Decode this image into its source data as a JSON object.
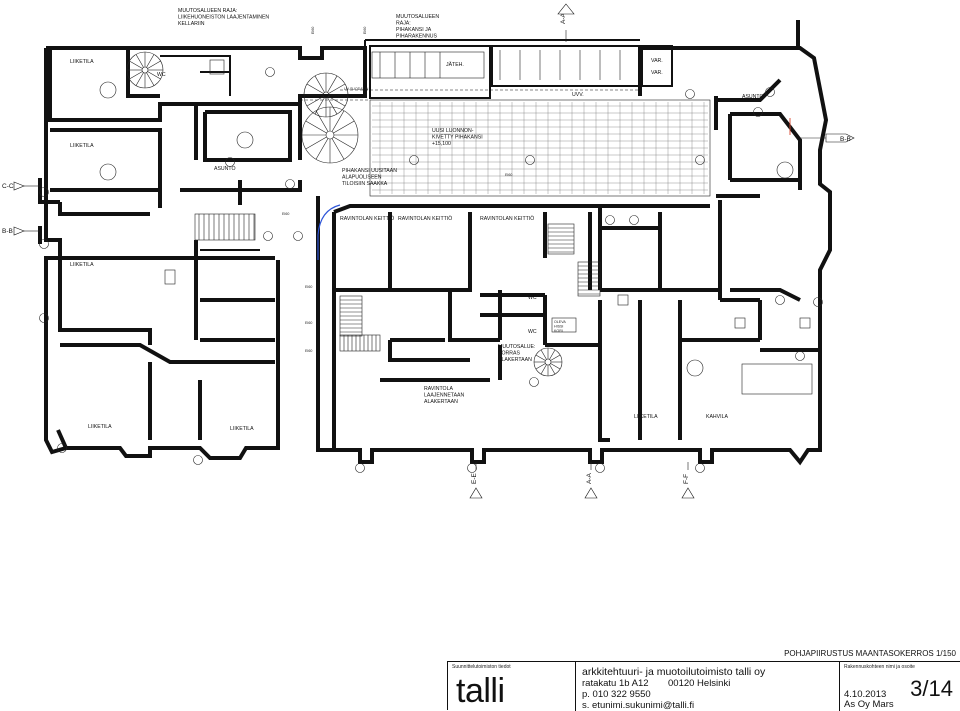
{
  "plan": {
    "room_labels": [
      {
        "id": "liiketila-1",
        "text": "LIIKETILA"
      },
      {
        "id": "wc-1",
        "text": "WC"
      },
      {
        "id": "jateh",
        "text": "JÄTEH."
      },
      {
        "id": "var-1",
        "text": "VAR."
      },
      {
        "id": "var-2",
        "text": "VAR."
      },
      {
        "id": "uvv",
        "text": "UVV."
      },
      {
        "id": "asunto-1",
        "text": "ASUNTO"
      },
      {
        "id": "liiketila-2",
        "text": "LIIKETILA"
      },
      {
        "id": "asunto-2",
        "text": "ASUNTO"
      },
      {
        "id": "liiketila-3",
        "text": "LIIKETILA"
      },
      {
        "id": "ravintolan-keittio-1",
        "text": "RAVINTOLAN KEITTIÖ"
      },
      {
        "id": "ravintolan-keittio-2",
        "text": "RAVINTOLAN KEITTIÖ"
      },
      {
        "id": "ravintolan-keittio-3",
        "text": "RAVINTOLAN KEITTIÖ"
      },
      {
        "id": "wc-2",
        "text": "WC"
      },
      {
        "id": "wc-3",
        "text": "WC"
      },
      {
        "id": "liiketila-4",
        "text": "LIIKETILA"
      },
      {
        "id": "liiketila-5",
        "text": "LIIKETILA"
      },
      {
        "id": "liiketila-6",
        "text": "LIIKETILA"
      },
      {
        "id": "kahvila",
        "text": "KAHVILA"
      }
    ],
    "notes": [
      {
        "id": "note-muutosalue-raja",
        "lines": [
          "MUUTOSALUEEN RAJA:",
          "LIIKEHUONEISTON LAAJENTAMINEN",
          "KELLARIIN"
        ]
      },
      {
        "id": "note-muutosalue-pihakansi",
        "lines": [
          "MUUTOSALUEEN",
          "RAJA:",
          "PIHAKANSI JA",
          "PIHARAKENNUS"
        ]
      },
      {
        "id": "note-uusi-kivetys",
        "lines": [
          "UUSI LUONNON-",
          "KIVETTY PIHAKANSI",
          "+15,100"
        ]
      },
      {
        "id": "note-pihakansi-uusitaan",
        "lines": [
          "PIHAKANSI UUSITAAN",
          "ALAPUOLISEEN",
          "TILOISIIN SAAKKA"
        ]
      },
      {
        "id": "note-muutosalue-porras",
        "lines": [
          "MUUTOSALUE:",
          "PORRAS",
          "ALAKERTAAN"
        ]
      },
      {
        "id": "note-ravintola-laajennetaan",
        "lines": [
          "RAVINTOLA",
          "LAAJENNETAAN",
          "ALAKERTAAN"
        ]
      },
      {
        "id": "note-olevia-hissi",
        "lines": [
          "OLEVA",
          "HISSI",
          "KORI"
        ]
      },
      {
        "id": "note-uv-suodatin",
        "lines": [
          "UV-SUODATIN"
        ]
      }
    ],
    "section_marks": [
      {
        "id": "section-a-a-top",
        "text": "A-A"
      },
      {
        "id": "section-b-b-right",
        "text": "B-B"
      },
      {
        "id": "section-c-c-left",
        "text": "C-C"
      },
      {
        "id": "section-b-b-left",
        "text": "B-B"
      },
      {
        "id": "section-e-e-bottom",
        "text": "E-E"
      },
      {
        "id": "section-a-a-bottom",
        "text": "A-A"
      },
      {
        "id": "section-f-f-bottom",
        "text": "F-F"
      }
    ],
    "fire_class_tags": [
      {
        "id": "ei60-1",
        "text": "EI60"
      },
      {
        "id": "ei60-2",
        "text": "EI60"
      },
      {
        "id": "ei60-3",
        "text": "EI60"
      },
      {
        "id": "ei60-4",
        "text": "EI60"
      },
      {
        "id": "ei60-5",
        "text": "EI60"
      },
      {
        "id": "ei60-6",
        "text": "EI60"
      },
      {
        "id": "ei60-7",
        "text": "EI60"
      }
    ],
    "colors": {
      "wall": "#111111",
      "blue_line": "#2d55d8",
      "red_line": "#d8442d"
    }
  },
  "drawing_title": "POHJAPIIRUSTUS MAANTASOKERROS 1/150",
  "title_block": {
    "designer_caption": "Suunnittelutoimiston tiedot",
    "logo": "talli",
    "firm_name": "arkkitehtuuri- ja muotoilutoimisto talli oy",
    "address": "ratakatu 1b A12",
    "postcode_city": "00120 Helsinki",
    "phone": "p. 010 322 9550",
    "email": "s. etunimi.sukunimi@talli.fi",
    "project_caption": "Rakennuskohteen nimi ja osoite",
    "date": "4.10.2013",
    "client": "As Oy Mars",
    "sheet": "3/14"
  }
}
